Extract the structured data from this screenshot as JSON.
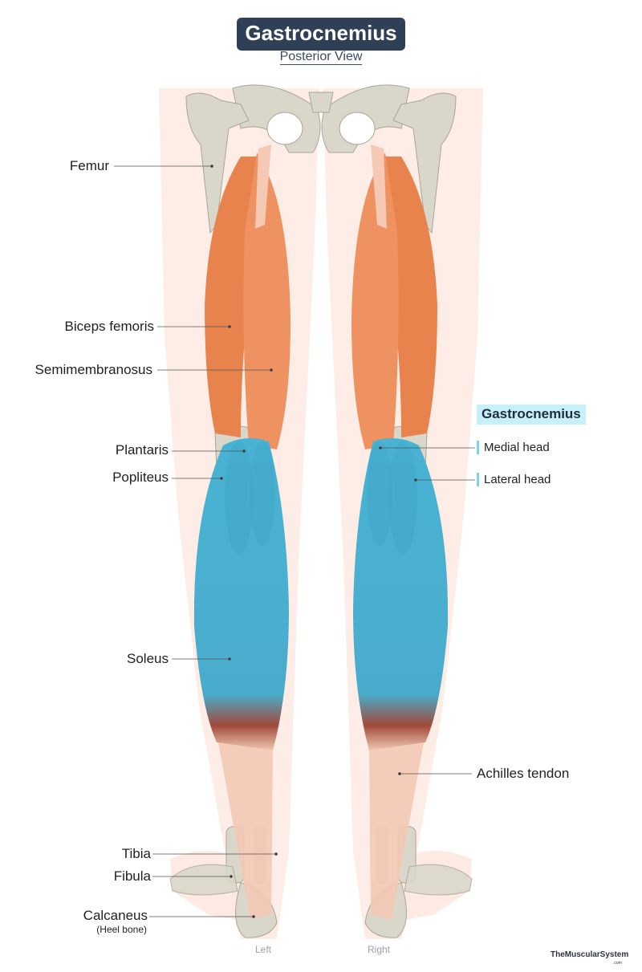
{
  "title": "Gastrocnemius",
  "subtitle": "Posterior View",
  "labels": {
    "femur": "Femur",
    "biceps_femoris": "Biceps femoris",
    "semimembranosus": "Semimembranosus",
    "plantaris": "Plantaris",
    "popliteus": "Popliteus",
    "soleus": "Soleus",
    "tibia": "Tibia",
    "fibula": "Fibula",
    "calcaneus": "Calcaneus",
    "calcaneus_note": "(Heel bone)",
    "achilles": "Achilles tendon"
  },
  "gastrocnemius": {
    "title": "Gastrocnemius",
    "medial_head": "Medial head",
    "lateral_head": "Lateral head"
  },
  "sides": {
    "left": "Left",
    "right": "Right"
  },
  "brand": {
    "name": "TheMuscularSystem",
    "suffix": ".com"
  },
  "colors": {
    "title_bg": "#2f3f55",
    "muscle_orange": "#e8834e",
    "gastrocnemius_blue": "#49b3d4",
    "bone": "#d9d7ca",
    "skin": "#fde6dc",
    "highlight_bg": "#c7f0f8"
  }
}
